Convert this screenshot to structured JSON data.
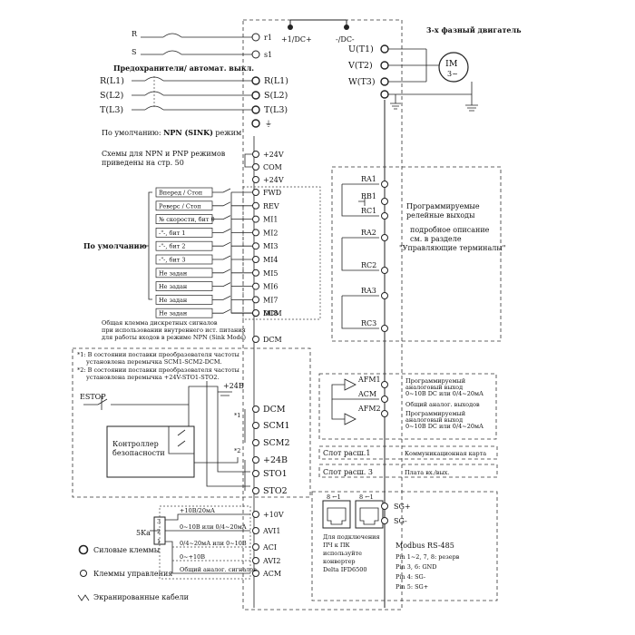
{
  "power": {
    "in_r": "R",
    "in_s": "S",
    "fuses_label": "Предохранители/ автомат. выкл.",
    "mains": [
      "R(L1)",
      "S(L2)",
      "T(L3)"
    ]
  },
  "bus": {
    "dc_plus": "+1/DC+",
    "dc_minus": "-/DC-"
  },
  "drive_left": {
    "r1": "r1",
    "s1": "s1",
    "rl": [
      "R(L1)",
      "S(L2)",
      "T(L3)"
    ]
  },
  "motor": {
    "title": "3-х фазный двигатель",
    "outputs": [
      "U(T1)",
      "V(T2)",
      "W(T3)"
    ],
    "im": "IM",
    "phase": "3~"
  },
  "default_mode": {
    "prefix": "По умолчанию:",
    "value": "NPN (SINK)",
    "suffix": "режим"
  },
  "schemes_note": "Схемы для NPN и PNP режимов приведены на стр. 50",
  "supply_terms": [
    "+24V",
    "COM",
    "+24V"
  ],
  "dig_inputs": {
    "group_label": "По умолчанию",
    "items": [
      {
        "desc": "Вперед / Стоп",
        "term": "FWD"
      },
      {
        "desc": "Реверс / Стоп",
        "term": "REV"
      },
      {
        "desc": "№ скорости, бит 0",
        "term": "MI1"
      },
      {
        "desc": "-\"-, бит 1",
        "term": "MI2"
      },
      {
        "desc": "-\"-, бит 2",
        "term": "MI3"
      },
      {
        "desc": "-\"-, бит 3",
        "term": "MI4"
      },
      {
        "desc": "Не задан",
        "term": "MI5"
      },
      {
        "desc": "Не задан",
        "term": "MI6"
      },
      {
        "desc": "Не задан",
        "term": "MI7"
      },
      {
        "desc": "Не задан",
        "term": "MI8"
      }
    ],
    "dcm": "DCM"
  },
  "common_note": "Общая клемма дискретных сигналов при использовании внутреннего ист. питания для работы входов в режиме NPN (Sink Mode)",
  "dcm2": "DCM",
  "relays": {
    "terms": [
      "RA1",
      "RB1",
      "RC1",
      "RA2",
      "RC2",
      "RA3",
      "RC3"
    ],
    "title": "Программируемые релейные выходы",
    "desc": "подробное описание см. в разделе",
    "section": "\"Управляющие терминалы\""
  },
  "sto": {
    "note1": "*1: В состоянии поставки преобразователя частоты установлена перемычка SCM1-SCM2-DCM.",
    "note2": "*2: В состоянии поставки преобразователя частоты установлена перемычка +24V-STO1-STO2.",
    "estop": "ESTOP",
    "controller": "Контроллер безопасности",
    "p24": "+24В",
    "terms": [
      "DCM",
      "SCM1",
      "SCM2",
      "+24В",
      "STO1",
      "STO2"
    ],
    "mark1": "*1",
    "mark2": "*2"
  },
  "analog_out": {
    "terms": [
      "AFM1",
      "ACM",
      "AFM2"
    ],
    "afm1_desc": "Программируемый аналоговый выход 0~10В DC или 0/4~20мА",
    "acm_desc": "Общий аналог. выходов",
    "afm2_desc": "Программируемый аналоговый выход 0~10В DC или 0/4~20мА"
  },
  "slots": {
    "slot1": "Слот расш.1",
    "slot1_desc": "Коммуникационная карта",
    "slot3": "Слот расш. 3",
    "slot3_desc": "Плата вх./вых."
  },
  "analog_in": {
    "terms": [
      "+10V",
      "AVI1",
      "ACI",
      "AVI2",
      "ACM"
    ],
    "labels": [
      "+10В/20мА",
      "0~10В или 0/4~20мА",
      "0/4~20мА или 0~10В",
      "0~+10В",
      "Общий аналог. сигналов"
    ],
    "pot": "5Kа",
    "pins": [
      "3",
      "2",
      "1"
    ]
  },
  "rs485": {
    "ports": [
      "8 ←1",
      "8 ←1"
    ],
    "pc_note": "Для подключения ПЧ к ПК используйте конвертер Delta IFD6500",
    "terms": [
      "SG+",
      "SG-"
    ],
    "title": "Modbus RS-485",
    "pins": [
      "Pin 1~2, 7, 8: резерв",
      "Pin 3, 6: GND",
      "Pin 4: SG-",
      "Pin 5: SG+"
    ]
  },
  "legend": {
    "power": "Силовые клеммы",
    "control": "Клеммы управления",
    "shielded": "Экранированные кабели"
  }
}
